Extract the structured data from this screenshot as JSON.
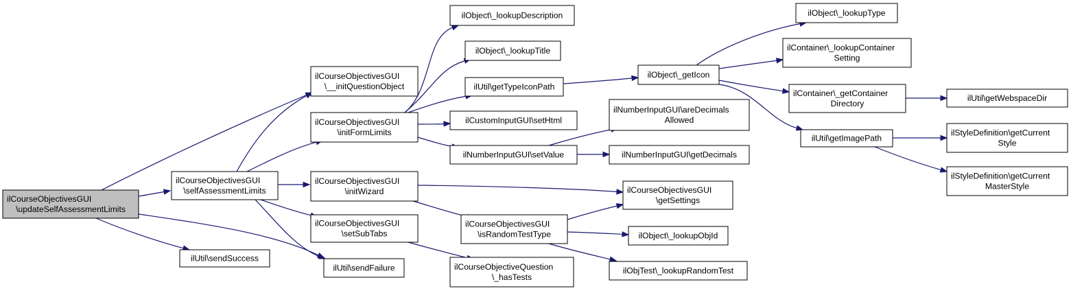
{
  "graph": {
    "colors": {
      "edge": "#191970",
      "node_fill": "#ffffff",
      "root_fill": "#bfbfbf",
      "node_stroke": "#000000"
    },
    "nodes": [
      {
        "id": "root",
        "lines": [
          "ilCourseObjectivesGUI",
          "\\updateSelfAssessmentLimits"
        ],
        "root": true
      },
      {
        "id": "selfAssessmentLimits",
        "lines": [
          "ilCourseObjectivesGUI",
          "\\selfAssessmentLimits"
        ]
      },
      {
        "id": "sendSuccess",
        "lines": [
          "ilUtil\\sendSuccess"
        ]
      },
      {
        "id": "sendFailure",
        "lines": [
          "ilUtil\\sendFailure"
        ]
      },
      {
        "id": "initQuestionObject",
        "lines": [
          "ilCourseObjectivesGUI",
          "\\__initQuestionObject"
        ]
      },
      {
        "id": "initFormLimits",
        "lines": [
          "ilCourseObjectivesGUI",
          "\\initFormLimits"
        ]
      },
      {
        "id": "initWizard",
        "lines": [
          "ilCourseObjectivesGUI",
          "\\initWizard"
        ]
      },
      {
        "id": "setSubTabs",
        "lines": [
          "ilCourseObjectivesGUI",
          "\\setSubTabs"
        ]
      },
      {
        "id": "lookupDescription",
        "lines": [
          "ilObject\\_lookupDescription"
        ]
      },
      {
        "id": "lookupTitle",
        "lines": [
          "ilObject\\_lookupTitle"
        ]
      },
      {
        "id": "getTypeIconPath",
        "lines": [
          "ilUtil\\getTypeIconPath"
        ]
      },
      {
        "id": "setHtml",
        "lines": [
          "ilCustomInputGUI\\setHtml"
        ]
      },
      {
        "id": "setValue",
        "lines": [
          "ilNumberInputGUI\\setValue"
        ]
      },
      {
        "id": "isRandomTestType",
        "lines": [
          "ilCourseObjectivesGUI",
          "\\isRandomTestType"
        ]
      },
      {
        "id": "hasTests",
        "lines": [
          "ilCourseObjectiveQuestion",
          "\\_hasTests"
        ]
      },
      {
        "id": "getIcon",
        "lines": [
          "ilObject\\_getIcon"
        ]
      },
      {
        "id": "areDecimalsAllowed",
        "lines": [
          "ilNumberInputGUI\\areDecimals",
          "Allowed"
        ]
      },
      {
        "id": "getDecimals",
        "lines": [
          "ilNumberInputGUI\\getDecimals"
        ]
      },
      {
        "id": "getSettings",
        "lines": [
          "ilCourseObjectivesGUI",
          "\\getSettings"
        ]
      },
      {
        "id": "lookupObjId",
        "lines": [
          "ilObject\\_lookupObjId"
        ]
      },
      {
        "id": "lookupRandomTest",
        "lines": [
          "ilObjTest\\_lookupRandomTest"
        ]
      },
      {
        "id": "lookupType",
        "lines": [
          "ilObject\\_lookupType"
        ]
      },
      {
        "id": "lookupContainerSetting",
        "lines": [
          "ilContainer\\_lookupContainer",
          "Setting"
        ]
      },
      {
        "id": "getContainerDirectory",
        "lines": [
          "ilContainer\\_getContainer",
          "Directory"
        ]
      },
      {
        "id": "getImagePath",
        "lines": [
          "ilUtil\\getImagePath"
        ]
      },
      {
        "id": "getWebspaceDir",
        "lines": [
          "ilUtil\\getWebspaceDir"
        ]
      },
      {
        "id": "getCurrentStyle",
        "lines": [
          "ilStyleDefinition\\getCurrent",
          "Style"
        ]
      },
      {
        "id": "getCurrentMasterStyle",
        "lines": [
          "ilStyleDefinition\\getCurrent",
          "MasterStyle"
        ]
      }
    ],
    "edges": [
      [
        "root",
        "initQuestionObject"
      ],
      [
        "root",
        "selfAssessmentLimits"
      ],
      [
        "root",
        "sendSuccess"
      ],
      [
        "root",
        "sendFailure"
      ],
      [
        "selfAssessmentLimits",
        "initQuestionObject"
      ],
      [
        "selfAssessmentLimits",
        "initFormLimits"
      ],
      [
        "selfAssessmentLimits",
        "initWizard"
      ],
      [
        "selfAssessmentLimits",
        "setSubTabs"
      ],
      [
        "selfAssessmentLimits",
        "sendFailure"
      ],
      [
        "initFormLimits",
        "lookupDescription"
      ],
      [
        "initFormLimits",
        "lookupTitle"
      ],
      [
        "initFormLimits",
        "getTypeIconPath"
      ],
      [
        "initFormLimits",
        "setHtml"
      ],
      [
        "initFormLimits",
        "setValue"
      ],
      [
        "getTypeIconPath",
        "getIcon"
      ],
      [
        "setValue",
        "areDecimalsAllowed"
      ],
      [
        "setValue",
        "getDecimals"
      ],
      [
        "initWizard",
        "getSettings"
      ],
      [
        "initWizard",
        "isRandomTestType"
      ],
      [
        "setSubTabs",
        "hasTests"
      ],
      [
        "isRandomTestType",
        "getSettings"
      ],
      [
        "isRandomTestType",
        "lookupObjId"
      ],
      [
        "isRandomTestType",
        "lookupRandomTest"
      ],
      [
        "getIcon",
        "lookupType"
      ],
      [
        "getIcon",
        "lookupContainerSetting"
      ],
      [
        "getIcon",
        "getContainerDirectory"
      ],
      [
        "getIcon",
        "getImagePath"
      ],
      [
        "getContainerDirectory",
        "getWebspaceDir"
      ],
      [
        "getImagePath",
        "getCurrentStyle"
      ],
      [
        "getImagePath",
        "getCurrentMasterStyle"
      ]
    ]
  }
}
